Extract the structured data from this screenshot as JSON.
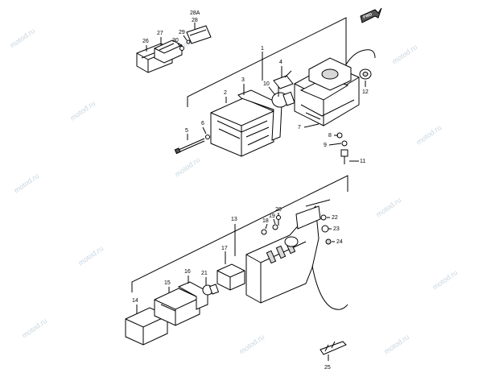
{
  "watermark": "motod.ru",
  "fwd_badge": "FWD",
  "callouts": {
    "c1": "1",
    "c2": "2",
    "c3": "3",
    "c4": "4",
    "c5": "5",
    "c6": "6",
    "c7": "7",
    "c8": "8",
    "c9": "9",
    "c10": "10",
    "c11": "11",
    "c12": "12",
    "c13": "13",
    "c14": "14",
    "c15": "15",
    "c16": "16",
    "c17": "17",
    "c18": "18",
    "c19": "19",
    "c20": "20",
    "c21": "21",
    "c22": "22",
    "c23": "23",
    "c24": "24",
    "c25": "25",
    "c26": "26",
    "c27": "27",
    "c28": "28",
    "c28a": "28A",
    "c29": "29",
    "c30": "30"
  }
}
